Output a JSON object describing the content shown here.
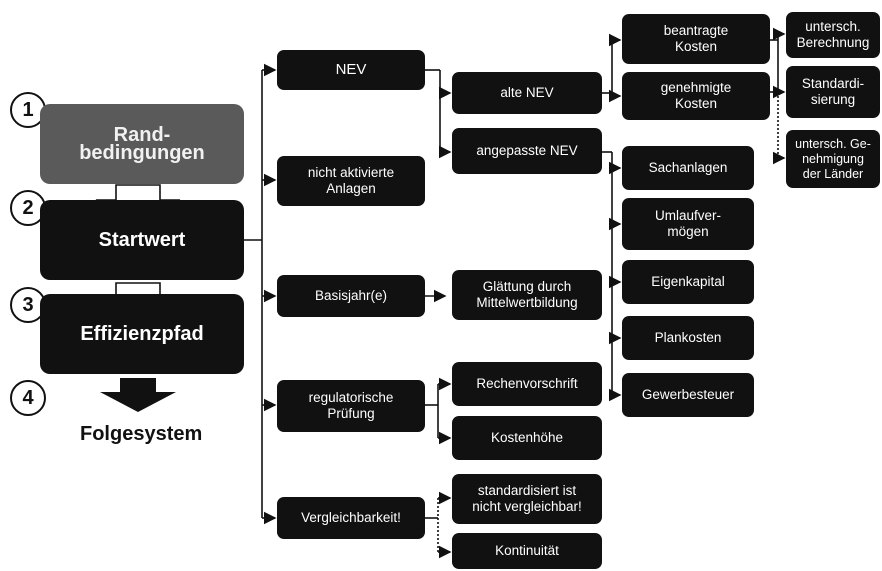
{
  "steps": [
    {
      "number": "1",
      "label": "Rand-\nbedingungen"
    },
    {
      "number": "2",
      "label": "Startwert"
    },
    {
      "number": "3",
      "label": "Effizienzpfad"
    },
    {
      "number": "4",
      "label": "Folgesystem"
    }
  ],
  "level1": [
    "NEV",
    "nicht aktivierte\nAnlagen",
    "Basisjahr(e)",
    "regulatorische\nPrüfung",
    "Vergleichbarkeit!"
  ],
  "level2": {
    "alte_nev": "alte NEV",
    "angepasste_nev": "angepasste NEV",
    "glaettung": "Glättung durch\nMittelwertbildung",
    "rechenvorschrift": "Rechenvorschrift",
    "kostenhoehe": "Kostenhöhe",
    "standardisiert": "standardisiert ist\nnicht vergleichbar!",
    "kontinuitaet": "Kontinuität"
  },
  "level3": {
    "beantragte": "beantragte\nKosten",
    "genehmigte": "genehmigte\nKosten",
    "sachanlagen": "Sachanlagen",
    "umlaufvermoegen": "Umlaufver-\nmögen",
    "eigenkapital": "Eigenkapital",
    "plankosten": "Plankosten",
    "gewerbesteuer": "Gewerbesteuer"
  },
  "level4": {
    "berechnung": "untersch.\nBerechnung",
    "standardisierung": "Standardi-\nsierung",
    "genehmigung": "untersch. Ge-\nnehmigung\nder Länder"
  }
}
